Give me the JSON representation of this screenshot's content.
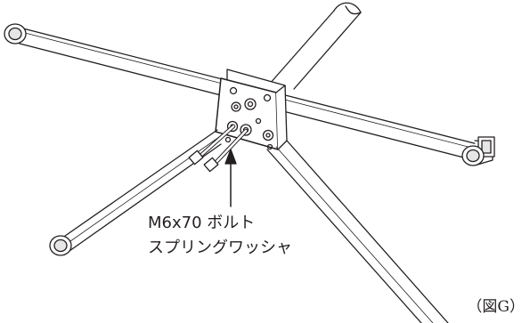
{
  "diagram": {
    "callout": {
      "line1": "M6x70 ボルト",
      "line2": "スプリングワッシャ"
    },
    "figure_label": "（図G）"
  },
  "colors": {
    "stroke": "#231f20",
    "shade": "#e6e6e6",
    "background": "#ffffff"
  }
}
